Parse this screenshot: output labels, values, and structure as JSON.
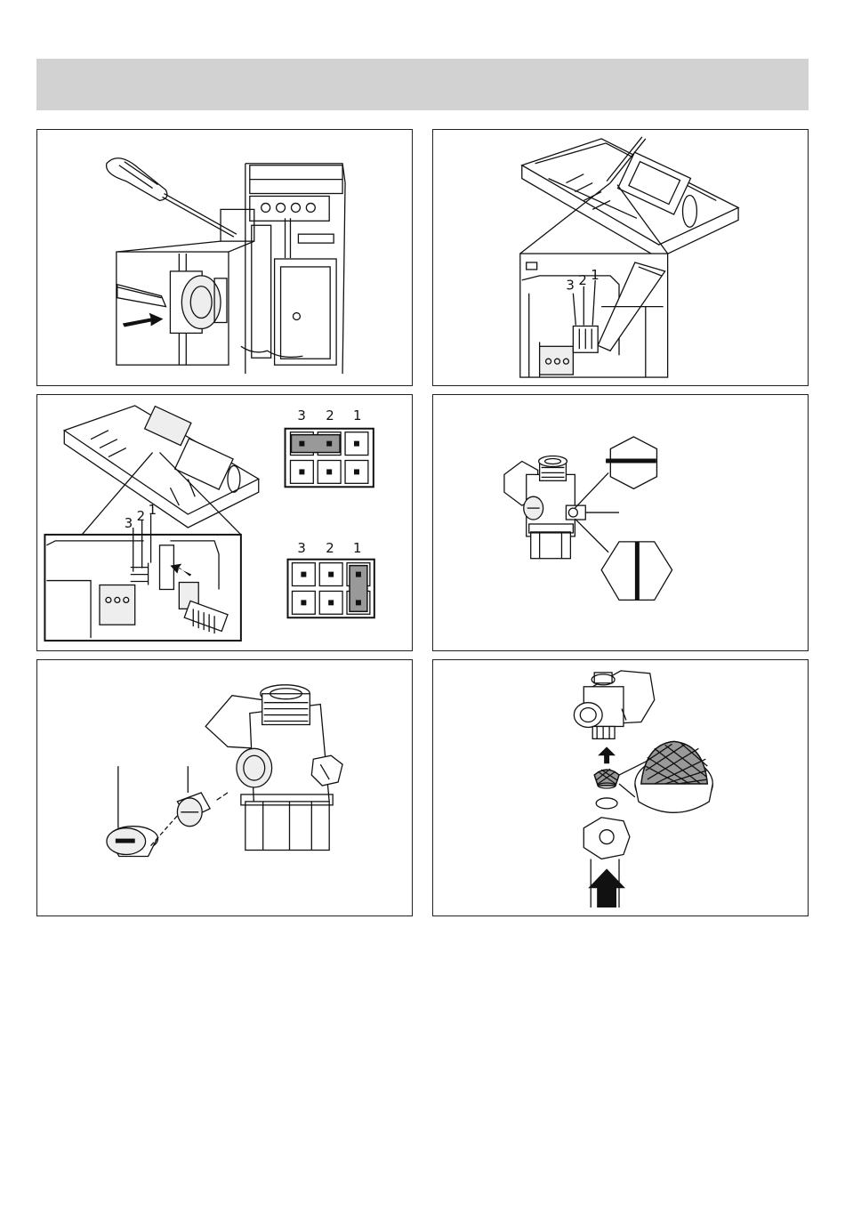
{
  "panels": {
    "p2": {
      "terminal_labels": [
        "3",
        "2",
        "1"
      ]
    },
    "p3": {
      "terminal_labels": [
        "3",
        "2",
        "1"
      ],
      "jumper_top_labels": [
        "3",
        "2",
        "1"
      ],
      "jumper_bottom_labels": [
        "3",
        "2",
        "1"
      ]
    }
  },
  "colors": {
    "header_bar": "#d2d2d2",
    "jumper_fill": "#999999",
    "border": "#222222"
  },
  "icons": [
    "screwdriver-icon",
    "arrow-icon",
    "valve-icon",
    "filter-mesh-icon"
  ]
}
